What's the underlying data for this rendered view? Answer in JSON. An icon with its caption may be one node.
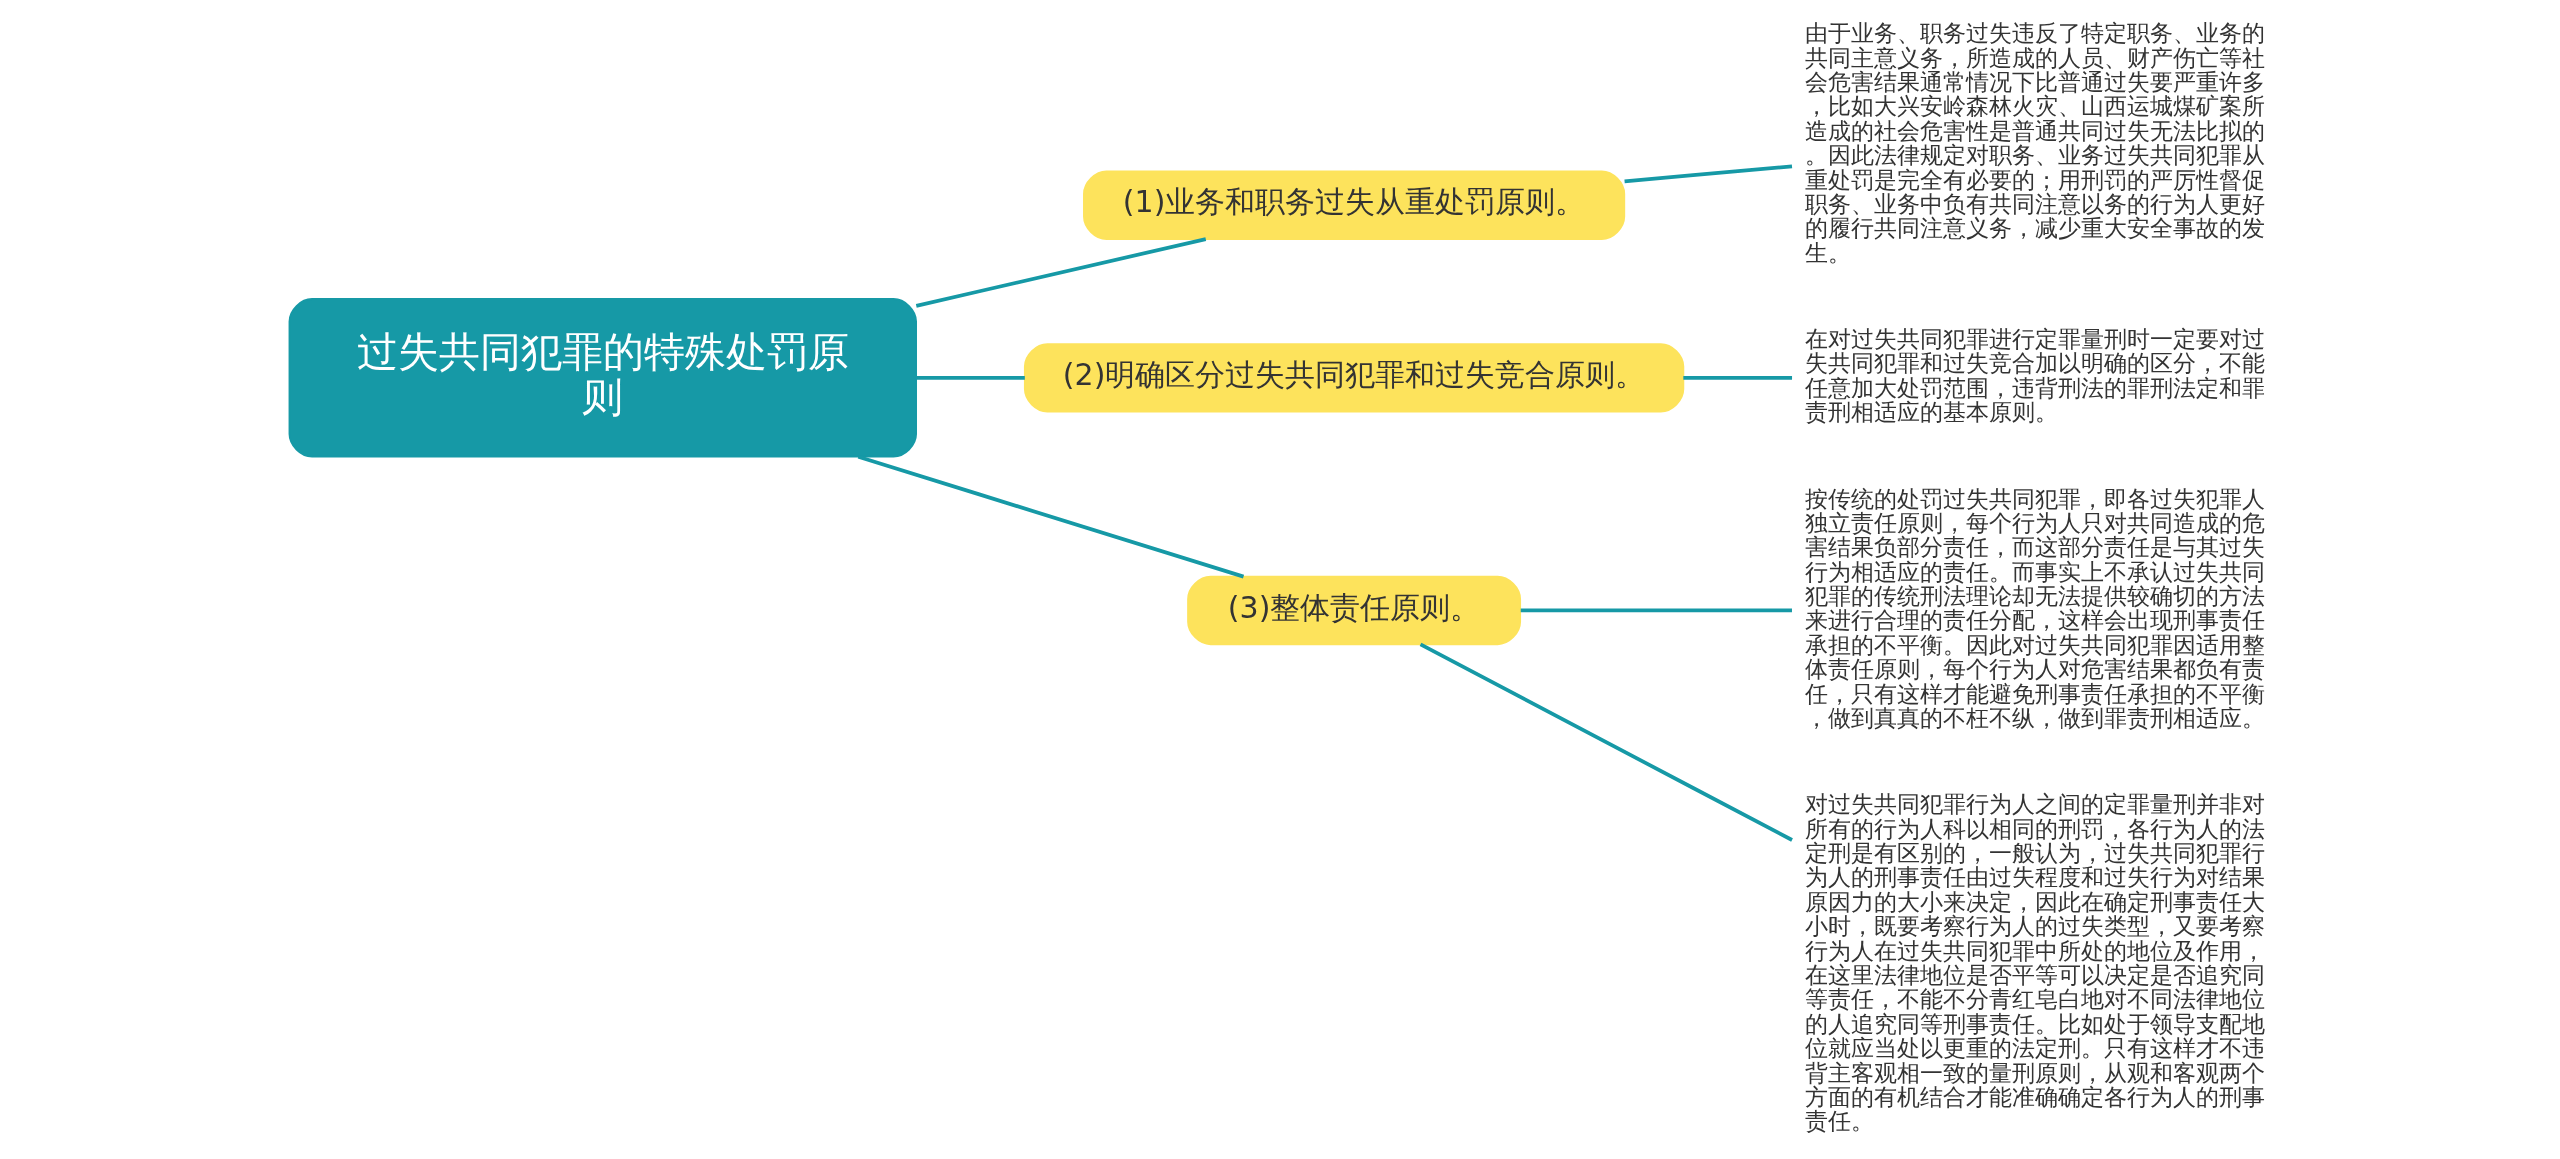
{
  "diagram": {
    "nodes": [
      {
        "text": [
          "过失共同犯罪的特殊处罚原则"
        ]
      },
      {
        "text": [
          "(1)业务和职务过失从重处罚原则。"
        ]
      },
      {
        "text": [
          "由于业务、职务过失违反了特定职务、业务的共同主意义务，所造成的人员、财产伤亡等社会危害结果通常情况下比普通过失要严重许多，比如大兴安岭森林火灾、山西运城煤矿案所造成的社会危害性是普通共同过失无法比拟的。因此法律规定对职务、业务过失共同犯罪从重处罚是完全有必要的；用刑罚的严厉性督促职务、业务中负有共同注意以务的行为人更好的履行共同注意义务，减少重大安全事故的发生。"
        ]
      },
      {
        "text": [
          "(2)明确区分过失共同犯罪和过失竞合原则。"
        ]
      },
      {
        "text": [
          "在对过失共同犯罪进行定罪量刑时一定要对过失共同犯罪和过失竞合加以明确的区分，不能任意加大处罚范围，违背刑法的罪刑法定和罪责刑相适应的基本原则。"
        ]
      },
      {
        "text": [
          "(3)整体责任原则。"
        ]
      },
      {
        "text": [
          "按传统的处罚过失共同犯罪，即各过失犯罪人独立责任原则，每个行为人只对共同造成的危害结果负部分责任，而这部分责任是与其过失行为相适应的责任。而事实上不承认过失共同犯罪的传统刑法理论却无法提供较确切的方法来进行合理的责任分配，这样会出现刑事责任承担的不平衡。因此对过失共同犯罪因适用整体责任原则，每个行为人对危害结果都负有责任，只有这样才能避免刑事责任承担的不平衡，做到真真的不枉不纵，做到罪责刑相适应。"
        ]
      },
      {
        "text": [
          "对过失共同犯罪行为人之间的定罪量刑并非对所有的行为人科以相同的刑罚，各行为人的法定刑是有区别的，一般认为，过失共同犯罪行为人的刑事责任由过失程度和过失行为对结果原因力的大小来决定，因此在确定刑事责任大小时，既要考察行为人的过失类型，又要考察行为人在过失共同犯罪中所处的地位及作用，在这里法律地位是否平等可以决定是否追究同等责任，不能不分青红皂白地对不同法律地位的人追究同等刑事责任。比如处于领导支配地位就应当处以更重的法定刑。只有这样才不违背主客观相一致的量刑原则，从观和客观两个方面的有机结合才能准确确定各行为人的刑事责任。"
        ]
      }
    ],
    "edges": [
      {
        "from": 0,
        "to": 1,
        "arrow": "none"
      },
      {
        "from": 1,
        "to": 2,
        "arrow": "none"
      },
      {
        "from": 0,
        "to": 3,
        "arrow": "none"
      },
      {
        "from": 3,
        "to": 4,
        "arrow": "none"
      },
      {
        "from": 0,
        "to": 5,
        "arrow": "none"
      },
      {
        "from": 5,
        "to": 6,
        "arrow": "none"
      },
      {
        "from": 5,
        "to": 7,
        "arrow": "none"
      }
    ]
  }
}
